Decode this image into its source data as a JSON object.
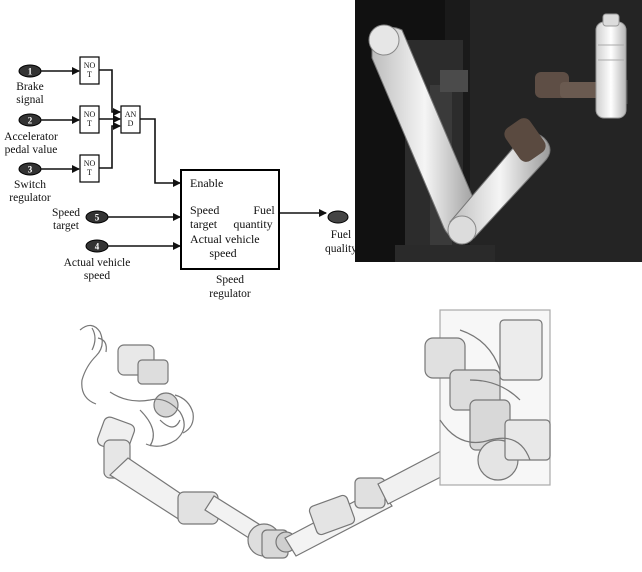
{
  "diagram": {
    "inputs": [
      {
        "num": "1",
        "label_lines": [
          "Brake",
          "signal"
        ]
      },
      {
        "num": "2",
        "label_lines": [
          "Accelerator",
          "pedal value"
        ]
      },
      {
        "num": "3",
        "label_lines": [
          "Switch",
          "regulator"
        ]
      },
      {
        "num": "5",
        "label_lines": [
          "Speed",
          "target"
        ]
      },
      {
        "num": "4",
        "label_lines": [
          "Actual vehicle",
          "speed"
        ]
      }
    ],
    "not_gates": [
      {
        "lines": [
          "NO",
          "T"
        ]
      },
      {
        "lines": [
          "NO",
          "T"
        ]
      },
      {
        "lines": [
          "NO",
          "T"
        ]
      }
    ],
    "and_gate": {
      "lines": [
        "AN",
        "D"
      ]
    },
    "block": {
      "enable": "Enable",
      "speed_target_lines": [
        "Speed",
        "target"
      ],
      "actual_speed_lines": [
        "Actual vehicle",
        "speed"
      ],
      "fuel_quantity_lines": [
        "Fuel",
        "quantity"
      ],
      "caption_lines": [
        "Speed",
        "regulator"
      ]
    },
    "output": {
      "label_lines": [
        "Fuel",
        "quality"
      ]
    }
  }
}
